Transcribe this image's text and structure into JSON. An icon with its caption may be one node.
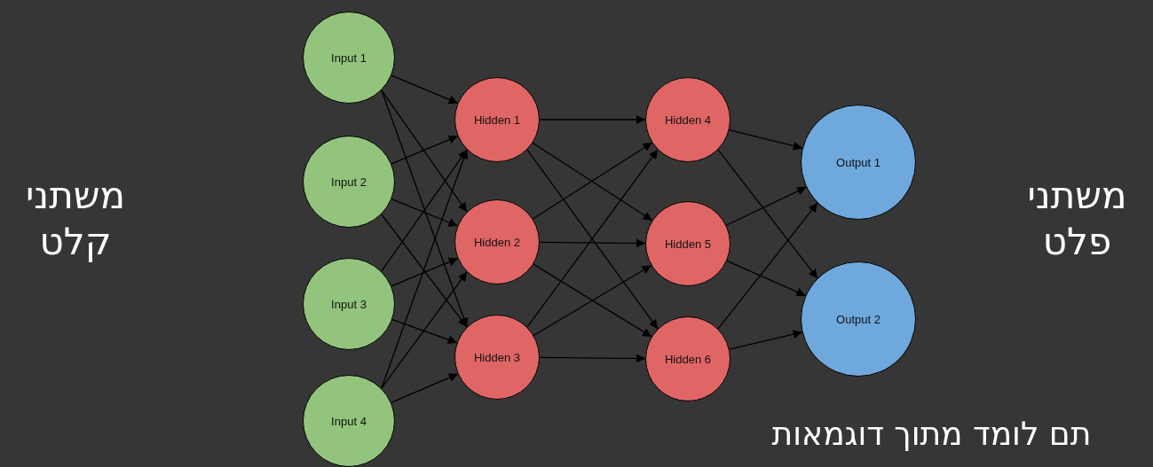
{
  "diagram": {
    "nodes": [
      {
        "text": [
          "Input 1"
        ]
      },
      {
        "text": [
          "Input 2"
        ]
      },
      {
        "text": [
          "Input 3"
        ]
      },
      {
        "text": [
          "Input 4"
        ]
      },
      {
        "text": [
          "Hidden 1"
        ]
      },
      {
        "text": [
          "Hidden 2"
        ]
      },
      {
        "text": [
          "Hidden 3"
        ]
      },
      {
        "text": [
          "Hidden 4"
        ]
      },
      {
        "text": [
          "Hidden 5"
        ]
      },
      {
        "text": [
          "Hidden 6"
        ]
      },
      {
        "text": [
          "Output 1"
        ]
      },
      {
        "text": [
          "Output 2"
        ]
      }
    ],
    "edges": [
      {
        "from": 0,
        "to": 4,
        "arrow": "to"
      },
      {
        "from": 0,
        "to": 5,
        "arrow": "to"
      },
      {
        "from": 0,
        "to": 6,
        "arrow": "to"
      },
      {
        "from": 1,
        "to": 4,
        "arrow": "to"
      },
      {
        "from": 1,
        "to": 5,
        "arrow": "to"
      },
      {
        "from": 1,
        "to": 6,
        "arrow": "to"
      },
      {
        "from": 2,
        "to": 4,
        "arrow": "to"
      },
      {
        "from": 2,
        "to": 5,
        "arrow": "to"
      },
      {
        "from": 2,
        "to": 6,
        "arrow": "to"
      },
      {
        "from": 3,
        "to": 4,
        "arrow": "to"
      },
      {
        "from": 3,
        "to": 5,
        "arrow": "to"
      },
      {
        "from": 3,
        "to": 6,
        "arrow": "to"
      },
      {
        "from": 4,
        "to": 7,
        "arrow": "to"
      },
      {
        "from": 4,
        "to": 8,
        "arrow": "to"
      },
      {
        "from": 4,
        "to": 9,
        "arrow": "to"
      },
      {
        "from": 5,
        "to": 7,
        "arrow": "to"
      },
      {
        "from": 5,
        "to": 8,
        "arrow": "to"
      },
      {
        "from": 5,
        "to": 9,
        "arrow": "to"
      },
      {
        "from": 6,
        "to": 7,
        "arrow": "to"
      },
      {
        "from": 6,
        "to": 8,
        "arrow": "to"
      },
      {
        "from": 6,
        "to": 9,
        "arrow": "to"
      },
      {
        "from": 7,
        "to": 10,
        "arrow": "to"
      },
      {
        "from": 7,
        "to": 11,
        "arrow": "to"
      },
      {
        "from": 8,
        "to": 10,
        "arrow": "to"
      },
      {
        "from": 8,
        "to": 11,
        "arrow": "to"
      },
      {
        "from": 9,
        "to": 10,
        "arrow": "to"
      },
      {
        "from": 9,
        "to": 11,
        "arrow": "to"
      }
    ],
    "labels": [
      "משתני קלט",
      "משתני פלט",
      "תם לומד מתוך דוגמאות"
    ]
  }
}
